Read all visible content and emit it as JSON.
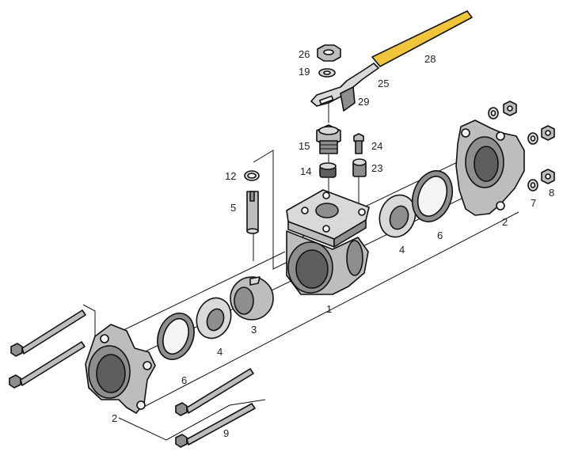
{
  "diagram": {
    "colors": {
      "part_light": "#d9d9d9",
      "part_mid": "#bdbdbd",
      "part_dark": "#8e8e8e",
      "handle_grip": "#f0c53a",
      "outline": "#111111"
    },
    "labels": [
      {
        "id": "26",
        "text": "26"
      },
      {
        "id": "19",
        "text": "19"
      },
      {
        "id": "28",
        "text": "28"
      },
      {
        "id": "25",
        "text": "25"
      },
      {
        "id": "29",
        "text": "29"
      },
      {
        "id": "15",
        "text": "15"
      },
      {
        "id": "24",
        "text": "24"
      },
      {
        "id": "14",
        "text": "14"
      },
      {
        "id": "23",
        "text": "23"
      },
      {
        "id": "12",
        "text": "12"
      },
      {
        "id": "5",
        "text": "5"
      },
      {
        "id": "2a",
        "text": "2"
      },
      {
        "id": "7",
        "text": "7"
      },
      {
        "id": "8",
        "text": "8"
      },
      {
        "id": "6a",
        "text": "6"
      },
      {
        "id": "4a",
        "text": "4"
      },
      {
        "id": "1",
        "text": "1"
      },
      {
        "id": "3",
        "text": "3"
      },
      {
        "id": "4b",
        "text": "4"
      },
      {
        "id": "6b",
        "text": "6"
      },
      {
        "id": "2b",
        "text": "2"
      },
      {
        "id": "9",
        "text": "9"
      }
    ]
  }
}
